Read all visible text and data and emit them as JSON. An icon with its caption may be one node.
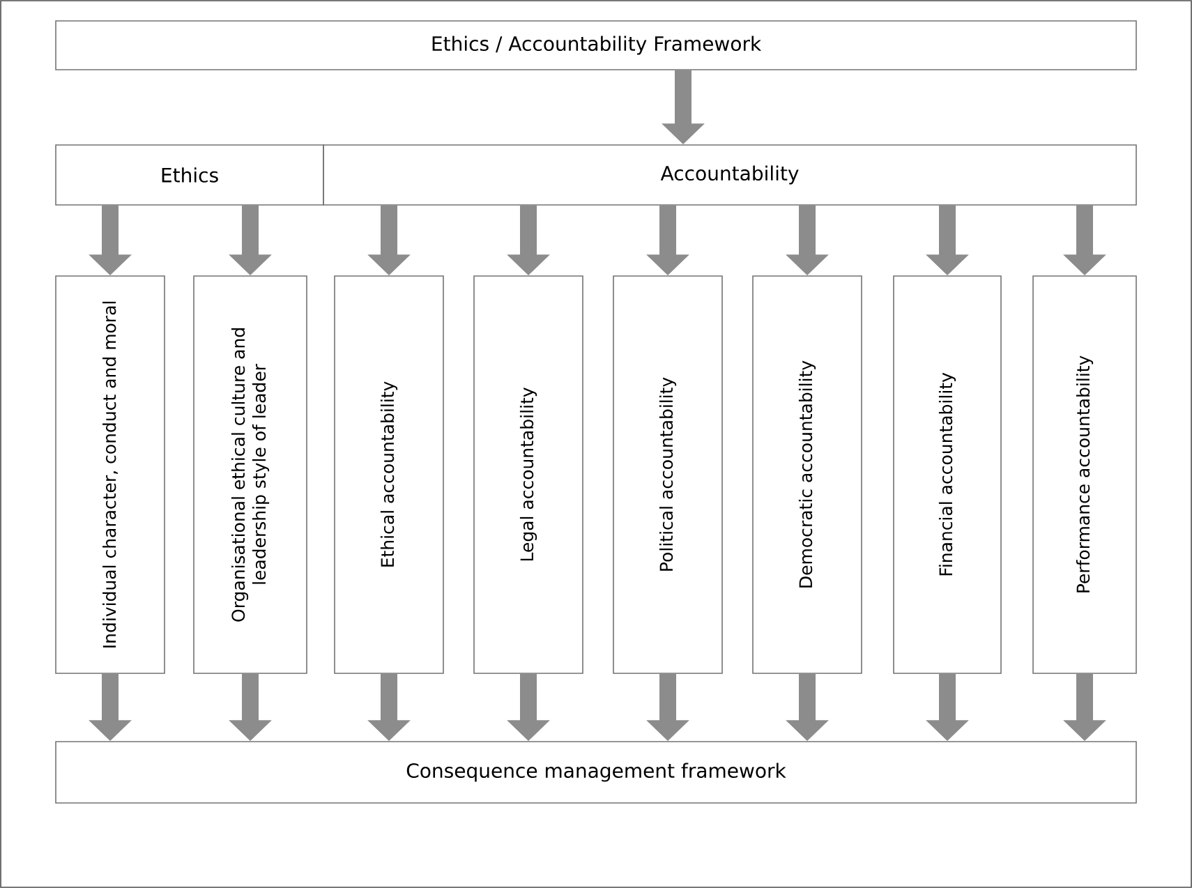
{
  "diagram": {
    "nodes": [
      {
        "text": [
          "Ethics / Accountability Framework"
        ]
      },
      {
        "text": [
          "Ethics"
        ]
      },
      {
        "text": [
          "Accountability"
        ]
      },
      {
        "text": [
          "Individual character, conduct and moral"
        ]
      },
      {
        "text": [
          "Organisational ethical culture and leadership style of leader"
        ]
      },
      {
        "text": [
          "Ethical accountability"
        ]
      },
      {
        "text": [
          "Legal accountability"
        ]
      },
      {
        "text": [
          "Political accountability"
        ]
      },
      {
        "text": [
          "Democratic accountability"
        ]
      },
      {
        "text": [
          "Financial accountability"
        ]
      },
      {
        "text": [
          "Performance accountability"
        ]
      },
      {
        "text": [
          "Consequence management framework"
        ]
      }
    ],
    "edges": [
      {
        "from": 0,
        "to": 2,
        "arrow": "to"
      },
      {
        "from": 1,
        "to": 3,
        "arrow": "to"
      },
      {
        "from": 1,
        "to": 4,
        "arrow": "to"
      },
      {
        "from": 2,
        "to": 5,
        "arrow": "to"
      },
      {
        "from": 2,
        "to": 6,
        "arrow": "to"
      },
      {
        "from": 2,
        "to": 7,
        "arrow": "to"
      },
      {
        "from": 2,
        "to": 8,
        "arrow": "to"
      },
      {
        "from": 2,
        "to": 9,
        "arrow": "to"
      },
      {
        "from": 2,
        "to": 10,
        "arrow": "to"
      },
      {
        "from": 3,
        "to": 11,
        "arrow": "to"
      },
      {
        "from": 4,
        "to": 11,
        "arrow": "to"
      },
      {
        "from": 5,
        "to": 11,
        "arrow": "to"
      },
      {
        "from": 6,
        "to": 11,
        "arrow": "to"
      },
      {
        "from": 7,
        "to": 11,
        "arrow": "to"
      },
      {
        "from": 8,
        "to": 11,
        "arrow": "to"
      },
      {
        "from": 9,
        "to": 11,
        "arrow": "to"
      },
      {
        "from": 10,
        "to": 11,
        "arrow": "to"
      }
    ]
  }
}
